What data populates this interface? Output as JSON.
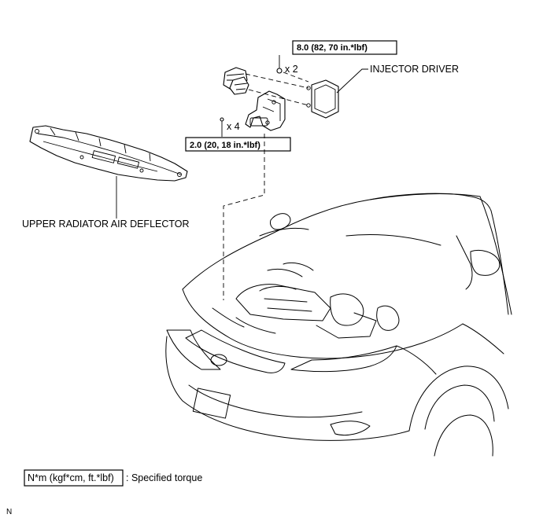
{
  "labels": {
    "injector_driver": "INJECTOR DRIVER",
    "upper_radiator_air_deflector": "UPPER RADIATOR AIR DEFLECTOR",
    "torque_bolt_top": "8.0 (82, 70 in.*lbf)",
    "torque_bolt_bottom": "2.0 (20, 18 in.*lbf)",
    "qty_top": "x 2",
    "qty_bottom": "x 4"
  },
  "legend": {
    "unit_box": "N*m (kgf*cm, ft.*lbf)",
    "description": ": Specified torque"
  },
  "corner_mark": "N"
}
